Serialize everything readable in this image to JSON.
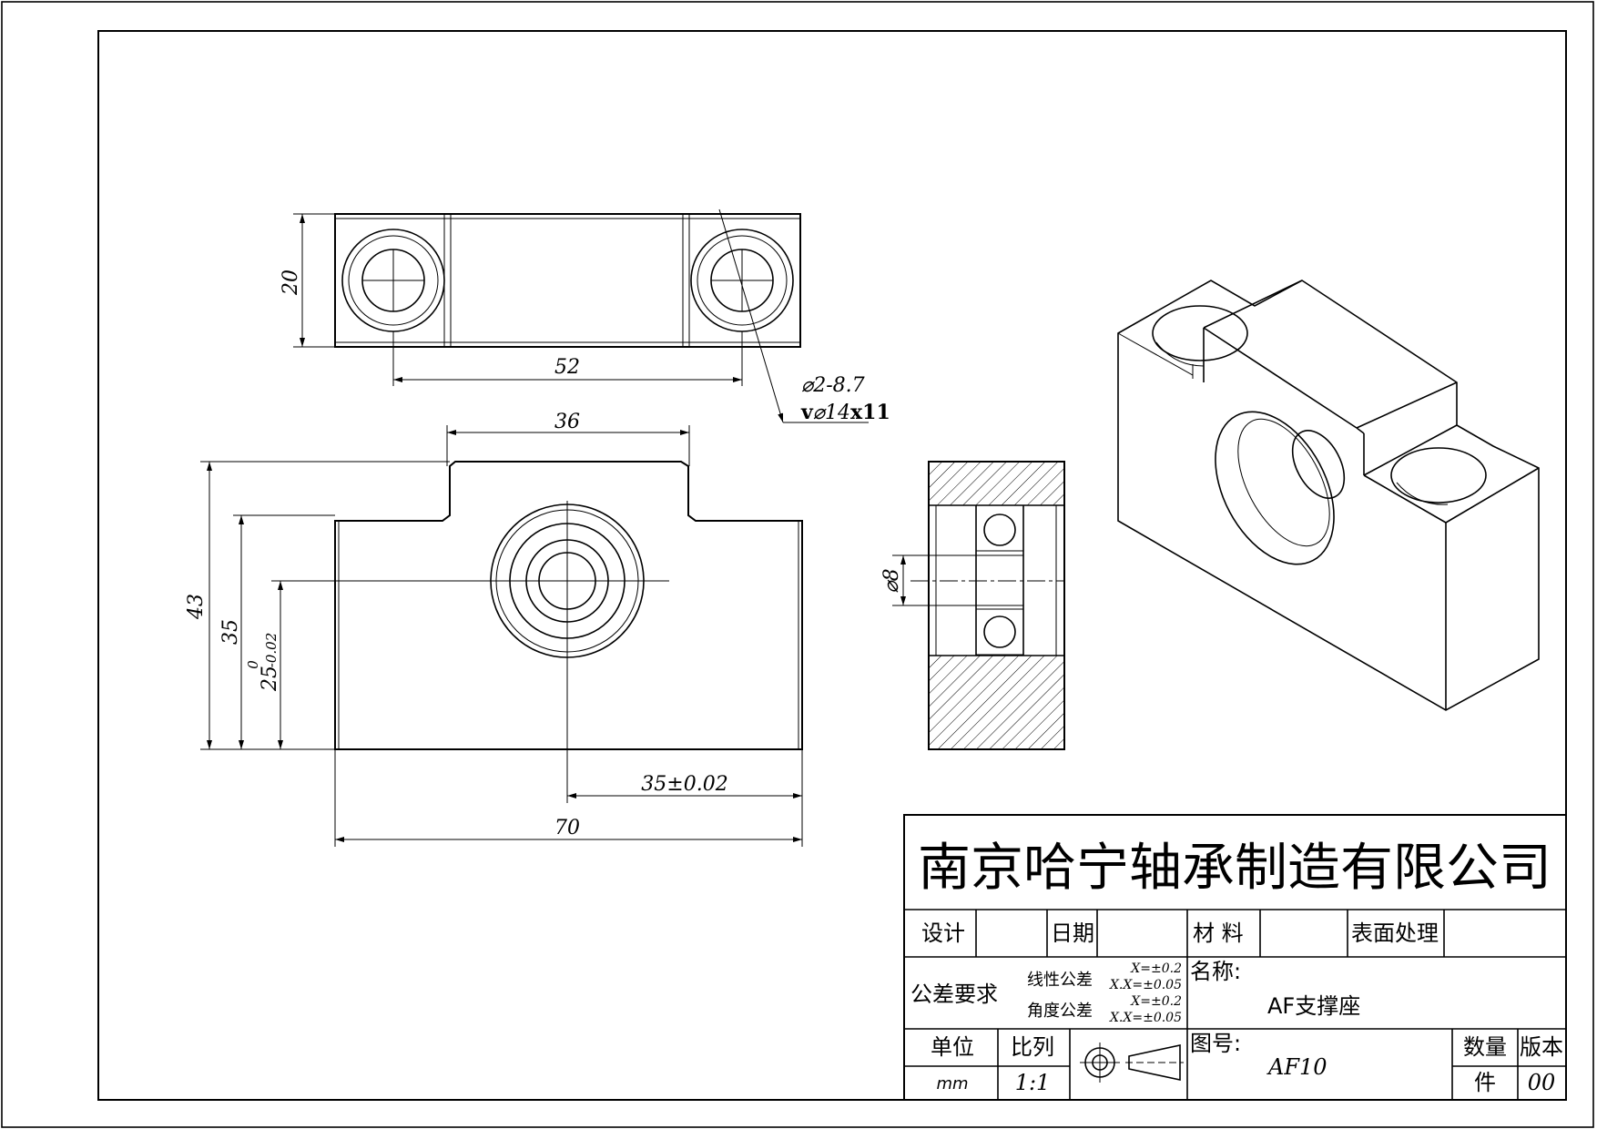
{
  "dimensions": {
    "top_width": "20",
    "top_span": "52",
    "hole_callout_1": "⌀2-8.7",
    "hole_callout_2": "⌀14",
    "hole_callout_depth": "x11",
    "front_step": "36",
    "front_height": "43",
    "front_shoulder": "35",
    "front_center_height": "25",
    "front_center_tol_upper": "0",
    "front_center_tol_lower": "-0.02",
    "front_half": "35±0.02",
    "front_width": "70",
    "section_bore": "⌀8"
  },
  "title_block": {
    "company": "南京哈宁轴承制造有限公司",
    "design_label": "设计",
    "date_label": "日期",
    "material_label": "材 料",
    "surface_label": "表面处理",
    "tolerance_label": "公差要求",
    "linear_tol_label": "线性公差",
    "angular_tol_label": "角度公差",
    "linear_tol_1": "X=±0.2",
    "linear_tol_2": "X.X=±0.05",
    "angular_tol_1": "X=±0.2",
    "angular_tol_2": "X.X=±0.05",
    "name_label": "名称:",
    "name_value": "AF支撑座",
    "unit_label": "单位",
    "unit_value": "mm",
    "scale_label": "比列",
    "scale_value": "1:1",
    "drawing_no_label": "图号:",
    "drawing_no_value": "AF10",
    "quantity_label": "数量",
    "quantity_value": "件",
    "version_label": "版本",
    "version_value": "00"
  }
}
